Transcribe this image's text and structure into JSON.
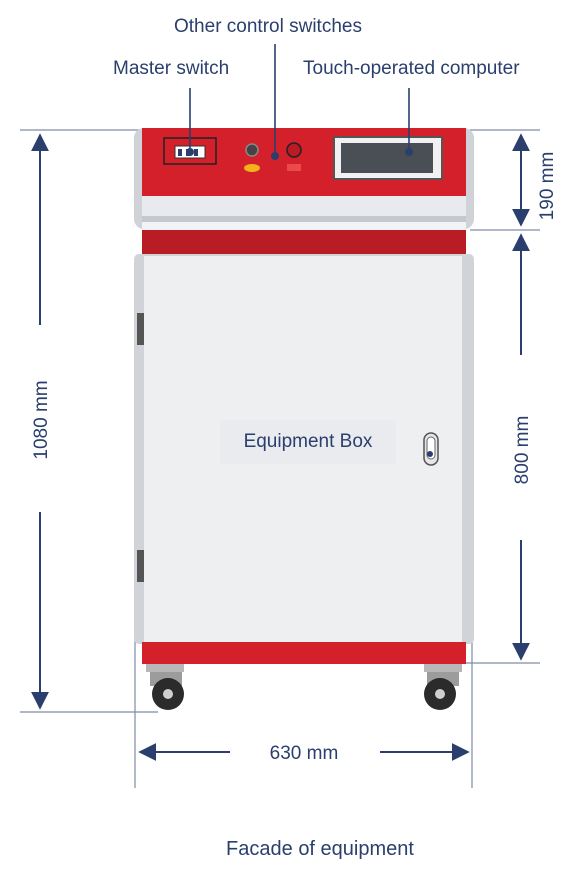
{
  "labels": {
    "other_switches": "Other control switches",
    "master_switch": "Master switch",
    "touch_computer": "Touch-operated computer",
    "equipment_box": "Equipment Box",
    "caption": "Facade of equipment"
  },
  "dimensions": {
    "height_total": "1080 mm",
    "height_panel": "190 mm",
    "height_box": "800 mm",
    "width": "630 mm"
  },
  "colors": {
    "cabinet_red": "#d4202a",
    "cabinet_dark_red": "#b81c25",
    "cabinet_body": "#eeeff1",
    "annotation": "#2a3f6e"
  }
}
